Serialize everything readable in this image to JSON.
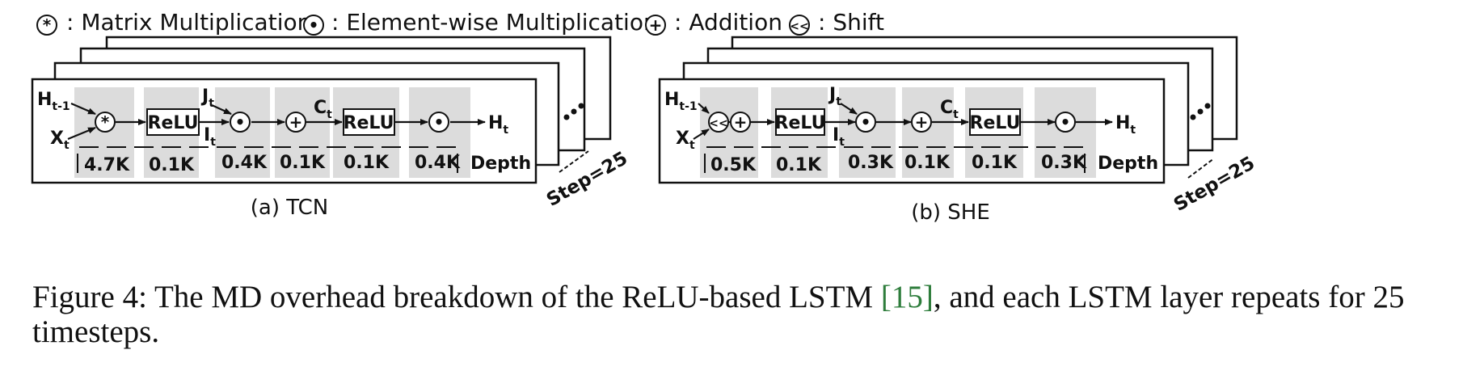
{
  "legend": [
    {
      "symbol": "*",
      "text": ": Matrix Multiplication"
    },
    {
      "symbol": "•",
      "text": ": Element-wise Multiplication"
    },
    {
      "symbol": "+",
      "text": ": Addition"
    },
    {
      "symbol": "<<",
      "text": ": Shift"
    }
  ],
  "panels": {
    "tcn": {
      "caption": "(a) TCN",
      "step_label": "Step=25",
      "depth_label": "Depth",
      "inputs": {
        "h_prev": "H",
        "h_prev_sub": "t-1",
        "x": "X",
        "x_sub": "t"
      },
      "gates": {
        "j": "J",
        "j_sub": "t",
        "i": "I",
        "i_sub": "t",
        "c": "C",
        "c_sub": "t",
        "out": "H",
        "out_sub": "t"
      },
      "relu_label": "ReLU",
      "depths": [
        "4.7K",
        "0.1K",
        "0.4K",
        "0.1K",
        "0.1K",
        "0.4K"
      ]
    },
    "she": {
      "caption": "(b) SHE",
      "step_label": "Step=25",
      "depth_label": "Depth",
      "inputs": {
        "h_prev": "H",
        "h_prev_sub": "t-1",
        "x": "X",
        "x_sub": "t"
      },
      "gates": {
        "j": "J",
        "j_sub": "t",
        "i": "I",
        "i_sub": "t",
        "c": "C",
        "c_sub": "t",
        "out": "H",
        "out_sub": "t"
      },
      "relu_label": "ReLU",
      "depths": [
        "0.5K",
        "0.1K",
        "0.3K",
        "0.1K",
        "0.1K",
        "0.3K"
      ]
    }
  },
  "figure_caption": {
    "prefix": "Figure 4: The MD overhead breakdown of the ReLU-based LSTM ",
    "ref": "[15]",
    "suffix": ", and each LSTM layer repeats for 25 timesteps."
  }
}
